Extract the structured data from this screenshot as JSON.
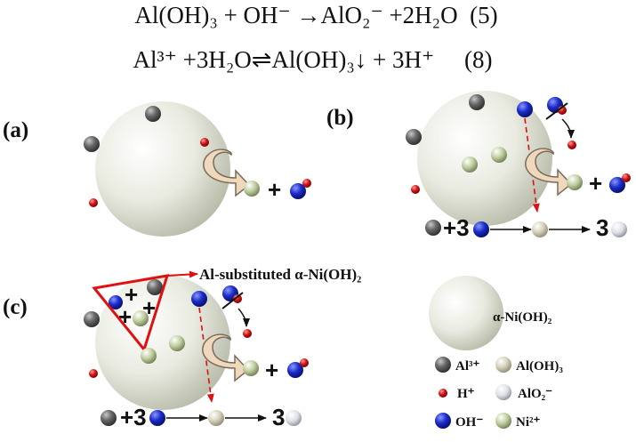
{
  "equations": [
    {
      "text": "Al(OH)₃ + OH⁻ →AlO₂⁻ +2H₂O",
      "number": "(5)"
    },
    {
      "text": "Al³⁺ +3H₂O⇌Al(OH)₃↓ + 3H⁺",
      "number": "(8)"
    }
  ],
  "panels": {
    "a": {
      "label": "(a)"
    },
    "b": {
      "label": "(b)",
      "coef_left": "+3",
      "coef_right": "3"
    },
    "c": {
      "label": "(c)",
      "coef_left": "+3",
      "coef_right": "3",
      "annotation": "Al-substituted α-Ni(OH)₂"
    }
  },
  "plus_sign": "+",
  "legend": {
    "sphere_label": "α-Ni(OH)₂",
    "items": [
      {
        "label": "Al³⁺",
        "icon": "gray-ball-icon"
      },
      {
        "label": "Al(OH)₃",
        "icon": "beige-ball-icon"
      },
      {
        "label": "H⁺",
        "icon": "red-ball-icon"
      },
      {
        "label": "AlO₂⁻",
        "icon": "light-gray-ball-icon"
      },
      {
        "label": "OH⁻",
        "icon": "blue-ball-icon"
      },
      {
        "label": "Ni²⁺",
        "icon": "green-ball-icon"
      }
    ]
  },
  "colors": {
    "al3": "#4a4a4a",
    "aloh3": "#cfc8b0",
    "h": "#cc1111",
    "alo2": "#d4d8df",
    "oh": "#1a2ac0",
    "ni": "#b8c898",
    "triangle": "#e01010",
    "arrow_curve": "#e8c8a8"
  }
}
